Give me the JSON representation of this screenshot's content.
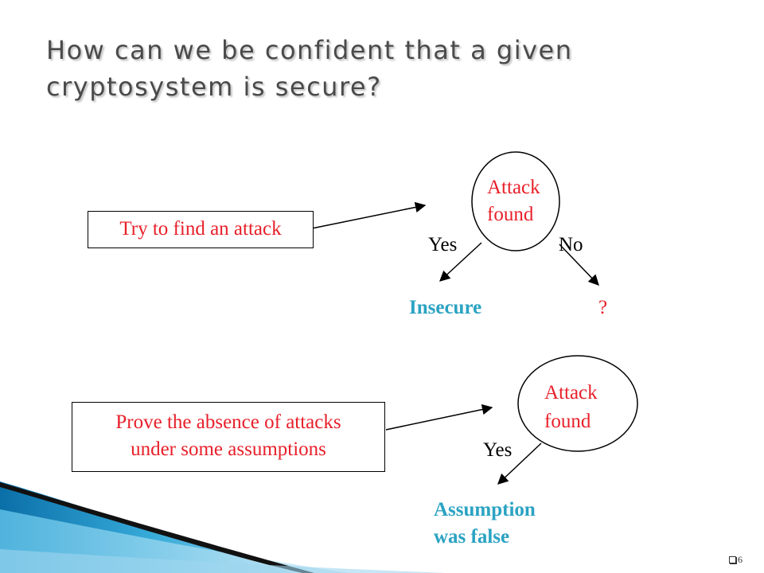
{
  "title": "How can we be confident that a given cryptosystem is secure?",
  "top": {
    "box": "Try to find an attack",
    "node_line1": "Attack",
    "node_line2": "found",
    "yes": "Yes",
    "no": "No",
    "insecure": "Insecure",
    "question": "?"
  },
  "bottom": {
    "box_line1": "Prove the absence of attacks",
    "box_line2": "under some assumptions",
    "node_line1": "Attack",
    "node_line2": "found",
    "yes": "Yes",
    "result_line1": "Assumption",
    "result_line2": "was false"
  },
  "page_number": "6",
  "colors": {
    "red": "#e8202a",
    "teal": "#2ba3c3",
    "accent_blue": "#1a8fc4"
  }
}
